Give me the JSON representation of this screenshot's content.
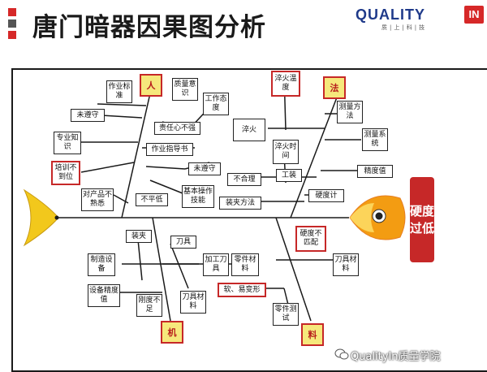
{
  "header": {
    "title": "唐门暗器因果图分析",
    "logo_text": "QUALITY",
    "logo_badge": "IN",
    "logo_sub": "质|上|科|技"
  },
  "colors": {
    "accent_red": "#c62828",
    "category_yellow": "#f6e87c",
    "slide_square_1": "#d62828",
    "slide_square_2": "#555555"
  },
  "diagram": {
    "effect": "硬度过低",
    "categories": {
      "man": "人",
      "method": "法",
      "machine": "机",
      "material": "料"
    },
    "man_causes": {
      "work_standard": "作业标准",
      "not_followed_1": "未遵守",
      "quality_awareness": "质量意识",
      "work_attitude": "工作态度",
      "responsibility": "责任心不强",
      "professional_knowledge": "专业知识",
      "training": "培训不到位",
      "work_guide": "作业指导书",
      "not_followed_2": "未遵守",
      "basic_skills": "基本操作技能",
      "unfamiliar_product": "对产品不熟悉",
      "uneven": "不平低"
    },
    "method_causes": {
      "quench_temp": "淬火温度",
      "quench": "淬火",
      "quench_time": "淬火时间",
      "inspection_method": "测量方法",
      "measurement_system": "测量系统",
      "accuracy": "精度值",
      "unreasonable": "不合理",
      "tooling": "工装",
      "clamping_method": "装夹方法",
      "hardness_meter": "硬度计"
    },
    "machine_causes": {
      "clamping": "装夹",
      "tool": "刀具",
      "manufacturing_equipment": "制造设备",
      "processing_tool": "加工刀具",
      "equipment_accuracy": "设备精度值",
      "insufficient_rigidity": "刚度不足",
      "tool_material": "刀具材料"
    },
    "material_causes": {
      "hardness_mismatch": "硬度不匹配",
      "part_material": "零件材料",
      "tool_material_2": "刀具材料",
      "soft_deform": "软、易变形",
      "part_test": "零件测试"
    }
  },
  "watermark": "QualityIn质量学院"
}
